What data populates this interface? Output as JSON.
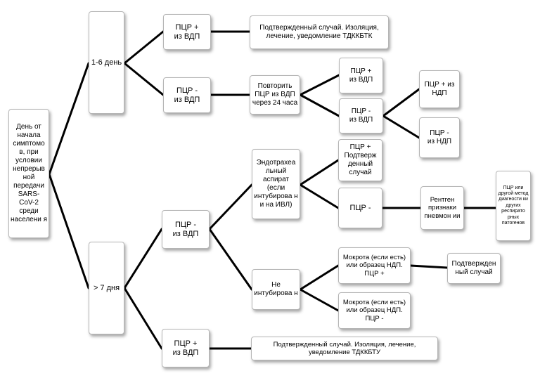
{
  "nodes": {
    "root": "День от начала симптомо в, при условии непрерыв ной передачи SARS-CoV-2 среди населени я",
    "day_1_6": "1-6 день",
    "day_gt7": "> 7 дня",
    "pcr_pos_vdp_top": "ПЦР +\nиз ВДП",
    "confirmed_top": "Подтвержденный случай. Изоляция,\nлечение, уведомление ТДККБТК",
    "pcr_neg_vdp_top": "ПЦР -\nиз ВДП",
    "repeat_pcr": "Повторить ПЦР из ВДП через 24 часа",
    "pcr_pos_vdp_repeat": "ПЦР +\nиз ВДП",
    "pcr_neg_vdp_repeat": "ПЦР -\nиз ВДП",
    "pcr_pos_ndp": "ПЦР + из\nНДП",
    "pcr_neg_ndp": "ПЦР -\nиз НДП",
    "pcr_neg_vdp_mid": "ПЦР -\nиз ВДП",
    "endotracheal": "Эндотрахеа льный аспират (если интубирова н и на ИВЛ)",
    "pcr_pos_confirmed": "ПЦР + Подтверж денный случай",
    "pcr_neg_endo": "ПЦР -",
    "xray": "Рентген признаки пневмон ии",
    "other_methods": "ПЦР или другой метод диагности ки других респирато рных патогенов",
    "not_intubated": "Не интубирова н",
    "sputum_pos": "Мокрота (если есть)\nили образец НДП.\nПЦР +",
    "confirmed_sputum": "Подтвержден ный случай",
    "sputum_neg": "Мокрота (если есть)\nили образец НДП.\nПЦР -",
    "pcr_pos_vdp_bottom": "ПЦР +\nиз ВДП",
    "confirmed_bottom": "Подтвержденный случай. Изоляция, лечение,\nуведомление ТДККБТУ"
  }
}
